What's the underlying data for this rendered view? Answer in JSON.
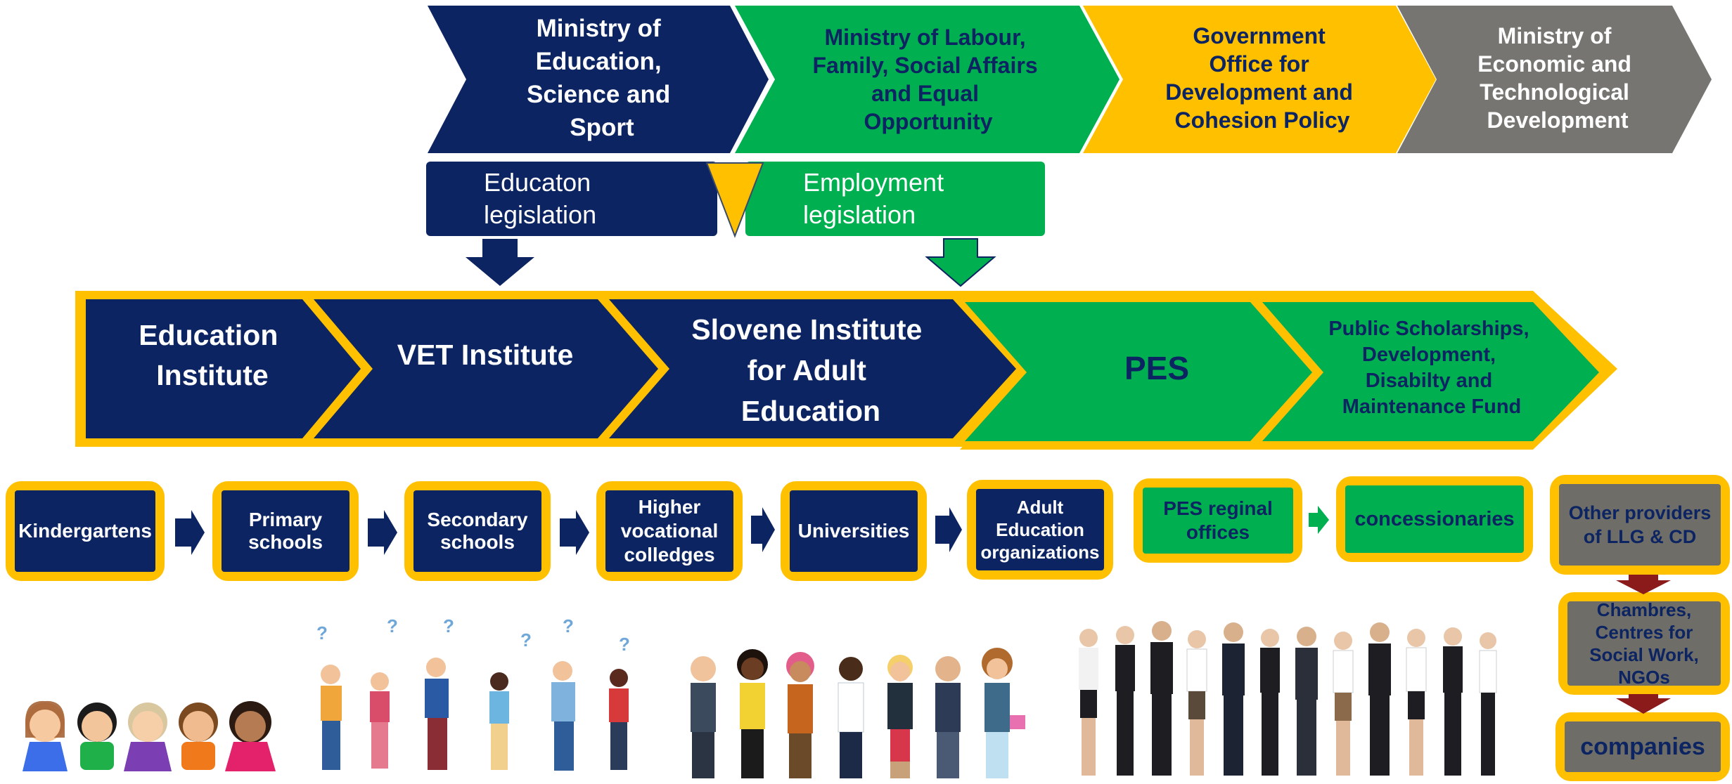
{
  "colors": {
    "navy": "#0c2461",
    "green": "#00b050",
    "yellow": "#ffc000",
    "grey": "#767571",
    "darkred": "#8b1a1a"
  },
  "ministries": [
    {
      "lines": [
        "Ministry of",
        "Education,",
        "Science and",
        "Sport"
      ]
    },
    {
      "lines": [
        "Ministry of Labour,",
        "Family, Social Affairs",
        "and Equal",
        "Opportunity"
      ]
    },
    {
      "lines": [
        "Government",
        "Office for",
        "Development and",
        "Cohesion Policy"
      ]
    },
    {
      "lines": [
        "Ministry of",
        "Economic and",
        "Technological",
        "Development"
      ]
    }
  ],
  "legislation": {
    "education": "Educaton legislation",
    "employment": "Employment legislation"
  },
  "institutions": [
    {
      "lines": [
        "Education",
        "Institute"
      ]
    },
    {
      "lines": [
        "VET Institute"
      ]
    },
    {
      "lines": [
        "Slovene Institute",
        "for Adult",
        "Education"
      ]
    },
    {
      "lines": [
        "PES"
      ]
    },
    {
      "lines": [
        "Public Scholarships,",
        "Development,",
        "Disabilty and",
        "Maintenance Fund"
      ]
    }
  ],
  "providers": {
    "kindergartens": "Kindergartens",
    "primary": "Primary schools",
    "secondary": "Secondary schools",
    "higher_vocational": "Higher vocational colledges",
    "universities": "Universities",
    "adult_education": "Adult Education organizations",
    "pes_regional": "PES reginal offices",
    "concessionaries": "concessionaries",
    "other_providers": "Other providers of LLG & CD",
    "chambres": "Chambres, Centres for Social Work, NGOs",
    "companies": "companies"
  },
  "illustrations": [
    "children-illustration",
    "students-thinking-illustration",
    "diverse-adults-illustration",
    "business-people-photo"
  ]
}
